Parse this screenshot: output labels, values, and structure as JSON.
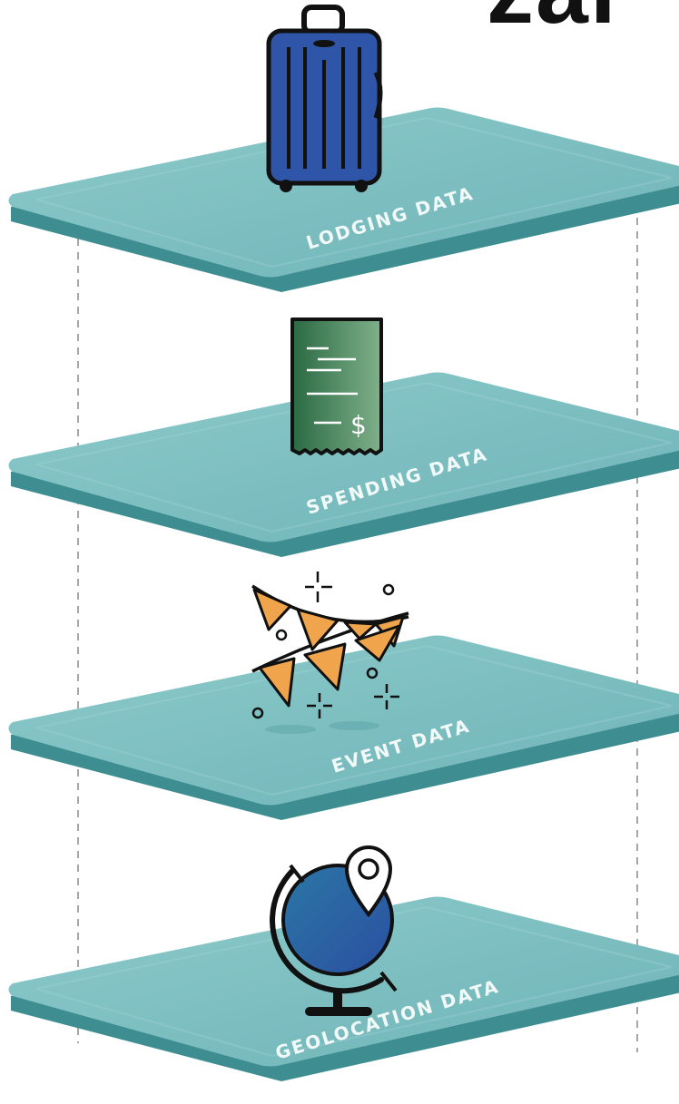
{
  "page": {
    "title_fragment": "zar",
    "colors": {
      "platform_top": "#7dc0c2",
      "platform_edge": "#3f8f92",
      "platform_shadow": "#2f7376",
      "dash_line": "#8a8a8a",
      "suitcase": "#2f55a8",
      "receipt": "#2f6b45",
      "pennant": "#f0a44b",
      "globe": "#2f6fa3"
    }
  },
  "layers": [
    {
      "label": "LODGING DATA",
      "icon": "suitcase-icon"
    },
    {
      "label": "SPENDING DATA",
      "icon": "receipt-icon"
    },
    {
      "label": "EVENT DATA",
      "icon": "bunting-icon"
    },
    {
      "label": "GEOLOCATION DATA",
      "icon": "globe-pin-icon"
    }
  ]
}
